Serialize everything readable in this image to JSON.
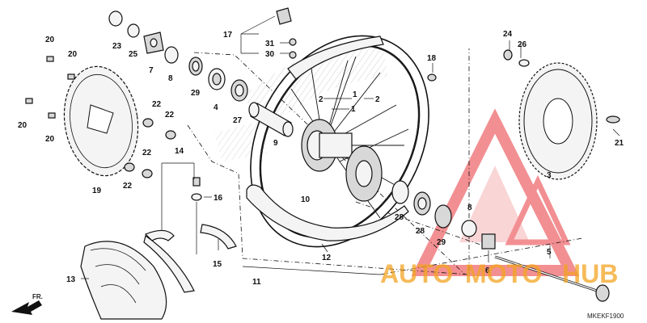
{
  "diagram": {
    "code": "MKEKF1900",
    "front_label": "FR."
  },
  "watermark": {
    "word_a": "AUTO",
    "word_b": "MOTO",
    "word_c": "HUB",
    "color_a": "#f3a321",
    "color_b": "#e8343a"
  },
  "callouts": [
    {
      "id": "c1",
      "text": "1"
    },
    {
      "id": "c1b",
      "text": "1"
    },
    {
      "id": "c2",
      "text": "2"
    },
    {
      "id": "c2b",
      "text": "2"
    },
    {
      "id": "c3",
      "text": "3"
    },
    {
      "id": "c4",
      "text": "4"
    },
    {
      "id": "c5",
      "text": "5"
    },
    {
      "id": "c6",
      "text": "6"
    },
    {
      "id": "c7",
      "text": "7"
    },
    {
      "id": "c8",
      "text": "8"
    },
    {
      "id": "c8b",
      "text": "8"
    },
    {
      "id": "c9",
      "text": "9"
    },
    {
      "id": "c10",
      "text": "10"
    },
    {
      "id": "c11",
      "text": "11"
    },
    {
      "id": "c12",
      "text": "12"
    },
    {
      "id": "c13",
      "text": "13"
    },
    {
      "id": "c14",
      "text": "14"
    },
    {
      "id": "c15",
      "text": "15"
    },
    {
      "id": "c16",
      "text": "16"
    },
    {
      "id": "c17",
      "text": "17"
    },
    {
      "id": "c18",
      "text": "18"
    },
    {
      "id": "c19",
      "text": "19"
    },
    {
      "id": "c20a",
      "text": "20"
    },
    {
      "id": "c20b",
      "text": "20"
    },
    {
      "id": "c20c",
      "text": "20"
    },
    {
      "id": "c20d",
      "text": "20"
    },
    {
      "id": "c21",
      "text": "21"
    },
    {
      "id": "c22a",
      "text": "22"
    },
    {
      "id": "c22b",
      "text": "22"
    },
    {
      "id": "c22c",
      "text": "22"
    },
    {
      "id": "c22d",
      "text": "22"
    },
    {
      "id": "c23",
      "text": "23"
    },
    {
      "id": "c24",
      "text": "24"
    },
    {
      "id": "c25",
      "text": "25"
    },
    {
      "id": "c26",
      "text": "26"
    },
    {
      "id": "c27",
      "text": "27"
    },
    {
      "id": "c28a",
      "text": "28"
    },
    {
      "id": "c28b",
      "text": "28"
    },
    {
      "id": "c29a",
      "text": "29"
    },
    {
      "id": "c29b",
      "text": "29"
    },
    {
      "id": "c30",
      "text": "30"
    },
    {
      "id": "c31",
      "text": "31"
    }
  ]
}
